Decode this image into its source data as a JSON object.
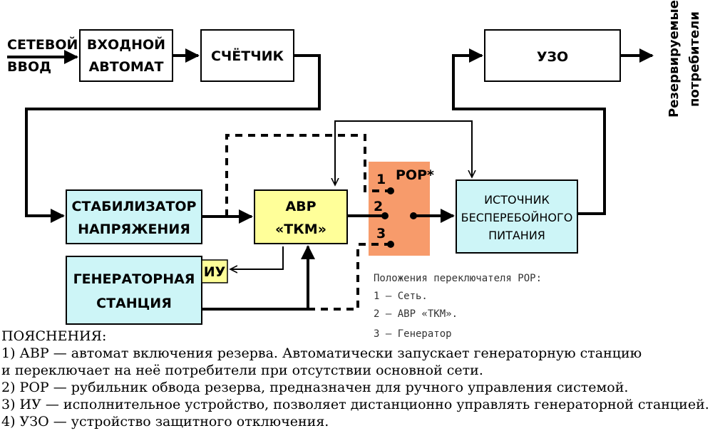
{
  "colors": {
    "stroke": "#000000",
    "cyan_box": "#cdf5f7",
    "yellow_box": "#ffff99",
    "orange_zone": "#f79b6b",
    "white_box": "#ffffff"
  },
  "inputs": {
    "mains_line1": "СЕТЕВОЙ",
    "mains_line2": "ВВОД"
  },
  "boxes": {
    "input_breaker_line1": "ВХОДНОЙ",
    "input_breaker_line2": "АВТОМАТ",
    "meter": "СЧЁТЧИК",
    "rcd": "УЗО",
    "stabilizer_line1": "СТАБИЛИЗАТОР",
    "stabilizer_line2": "НАПРЯЖЕНИЯ",
    "ats_line1": "АВР",
    "ats_line2": "«ТКМ»",
    "ups_line1": "ИСТОЧНИК",
    "ups_line2": "БЕСПЕРЕБОЙНОГО",
    "ups_line3": "ПИТАНИЯ",
    "generator_line1": "ГЕНЕРАТОРНАЯ",
    "generator_line2": "СТАНЦИЯ",
    "actuator": "ИУ"
  },
  "switch": {
    "name": "РОР*",
    "pos1": "1",
    "pos2": "2",
    "pos3": "3"
  },
  "output_label_line1": "Резервируемые",
  "output_label_line2": "потребители",
  "switch_legend": {
    "title": "Положения переключателя РОР:",
    "item1": "1 – Сеть.",
    "item2": "2 – АВР «ТКМ».",
    "item3": "3 – Генератор"
  },
  "notes": {
    "heading": "ПОЯСНЕНИЯ:",
    "line1": "1) АВР — автомат включения резерва. Автоматически запускает генераторную станцию",
    "line2": "и переключает на неё потребители при отсутствии основной сети.",
    "line3": "2) РОР — рубильник обвода резерва, предназначен для ручного управления системой.",
    "line4": "3) ИУ — исполнительное устройство, позволяет дистанционно управлять генераторной станцией.",
    "line5": "4) УЗО — устройство защитного отключения."
  }
}
